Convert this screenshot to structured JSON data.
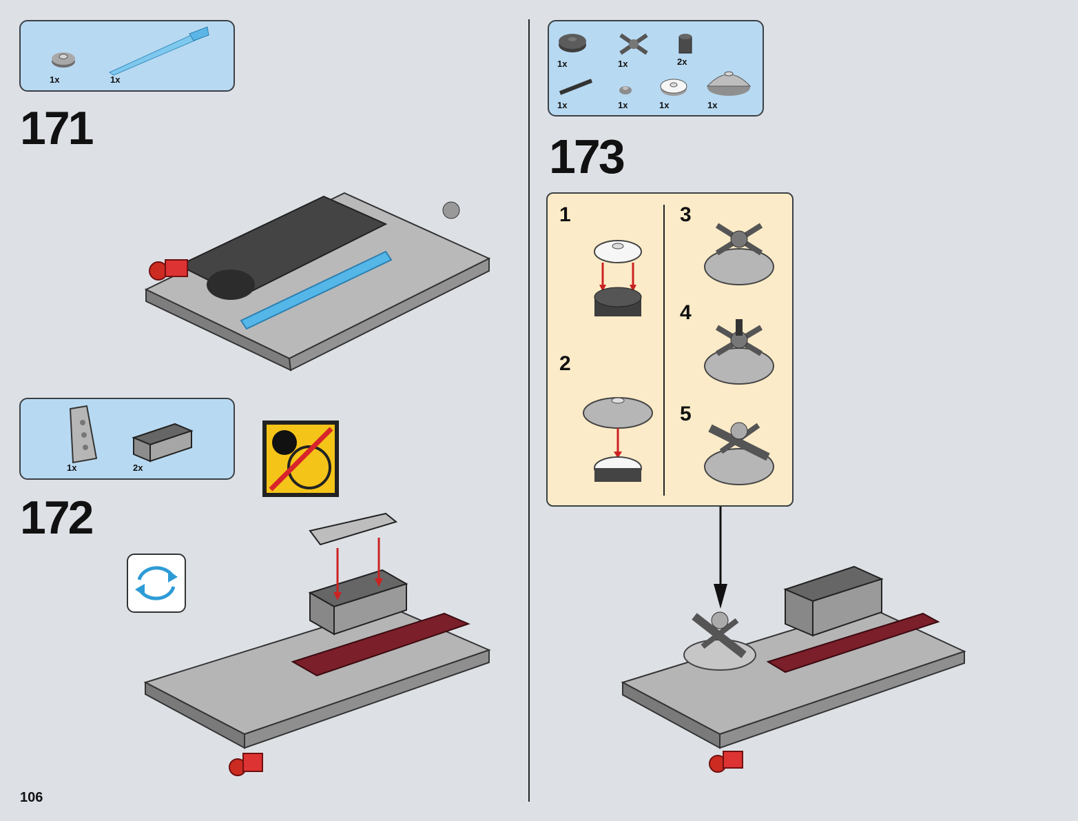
{
  "page": {
    "number": "106"
  },
  "steps": [
    {
      "number": "171",
      "parts": [
        {
          "qty": "1x",
          "icon": "round-plate-gray"
        },
        {
          "qty": "1x",
          "icon": "trans-blue-lightsaber-blade"
        }
      ]
    },
    {
      "number": "172",
      "parts": [
        {
          "qty": "1x",
          "icon": "wedge-plate-gray"
        },
        {
          "qty": "2x",
          "icon": "brick-1x4-dark-gray"
        }
      ],
      "warning_icon": "hazard-projectile-warning-icon",
      "rotate_icon": "rotate-model-icon"
    },
    {
      "number": "173",
      "parts": [
        {
          "qty": "1x",
          "icon": "round-plate-2x2-dark"
        },
        {
          "qty": "1x",
          "icon": "cross-axle-connector"
        },
        {
          "qty": "2x",
          "icon": "round-brick-1x1-dark"
        },
        {
          "qty": "1x",
          "icon": "bar-black"
        },
        {
          "qty": "1x",
          "icon": "round-plate-1x1-gray"
        },
        {
          "qty": "1x",
          "icon": "round-tile-2x2-white"
        },
        {
          "qty": "1x",
          "icon": "dish-4x4-gray"
        }
      ],
      "substeps": [
        "1",
        "2",
        "3",
        "4",
        "5"
      ]
    }
  ],
  "colors": {
    "background": "#dde1e6",
    "parts_box": "#b8d9f2",
    "substep_box": "#fcebc8",
    "warning": "#f5c419",
    "arrow": "#cc2222"
  }
}
